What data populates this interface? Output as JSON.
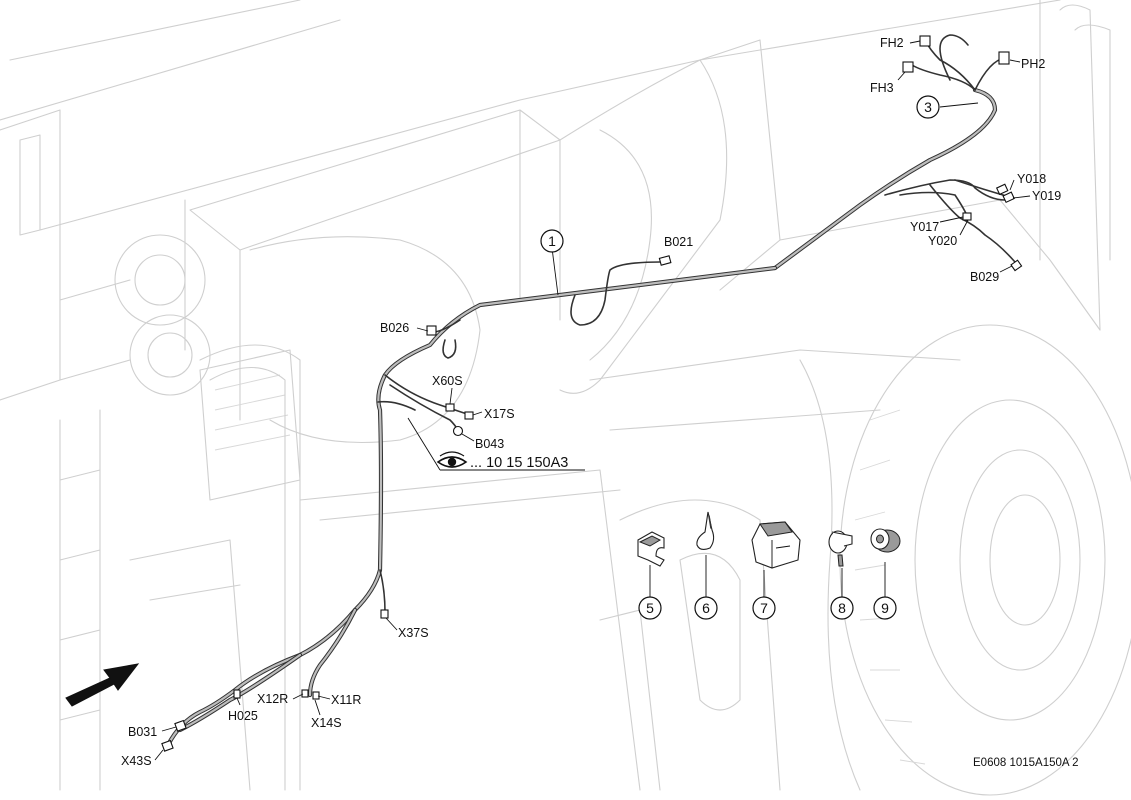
{
  "connector_labels": {
    "fh2": "FH2",
    "fh3": "FH3",
    "ph2": "PH2",
    "y018": "Y018",
    "y019": "Y019",
    "y017": "Y017",
    "y020": "Y020",
    "b029": "B029",
    "b021": "B021",
    "b026": "B026",
    "x60s": "X60S",
    "x17s": "X17S",
    "b043": "B043",
    "x37s": "X37S",
    "x12r": "X12R",
    "x11r": "X11R",
    "x14s": "X14S",
    "h025": "H025",
    "b031": "B031",
    "x43s": "X43S"
  },
  "callouts": {
    "c1": "1",
    "c3": "3",
    "c5": "5",
    "c6": "6",
    "c7": "7",
    "c8": "8",
    "c9": "9"
  },
  "reference": {
    "text": "... 10 15 150A3",
    "icon": "eye-icon"
  },
  "drawing_id": "E0608 1015A150A 2",
  "direction_arrow": "front-direction-arrow-icon"
}
